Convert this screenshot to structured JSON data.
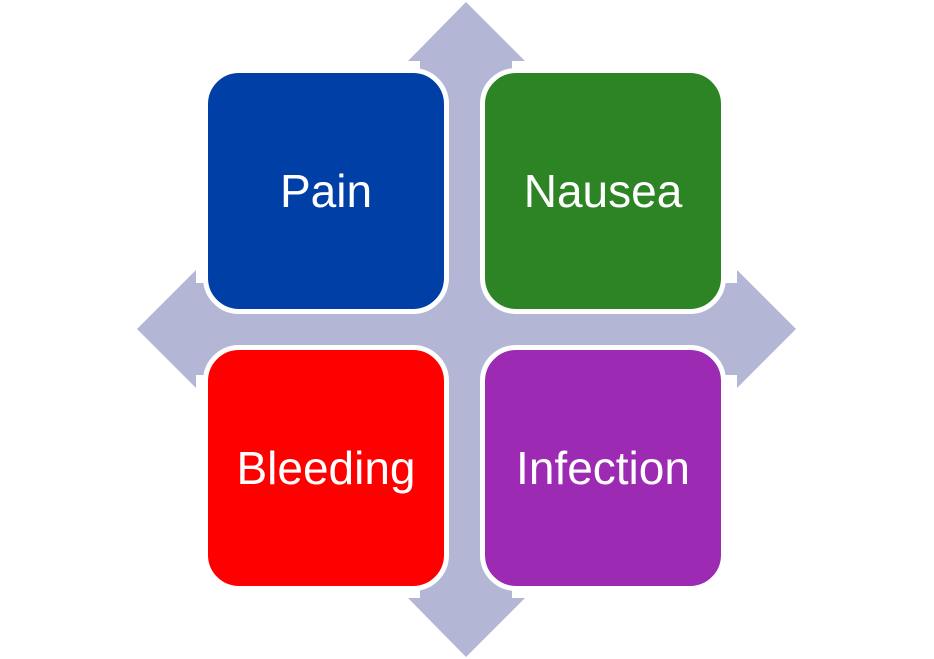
{
  "diagram": {
    "arrow_color": "#b3b6d4",
    "tiles": [
      {
        "id": "pain",
        "label": "Pain",
        "color": "#003fa6"
      },
      {
        "id": "nausea",
        "label": "Nausea",
        "color": "#2c8424"
      },
      {
        "id": "bleeding",
        "label": "Bleeding",
        "color": "#fe0000"
      },
      {
        "id": "infection",
        "label": "Infection",
        "color": "#9c2ab3"
      }
    ]
  }
}
